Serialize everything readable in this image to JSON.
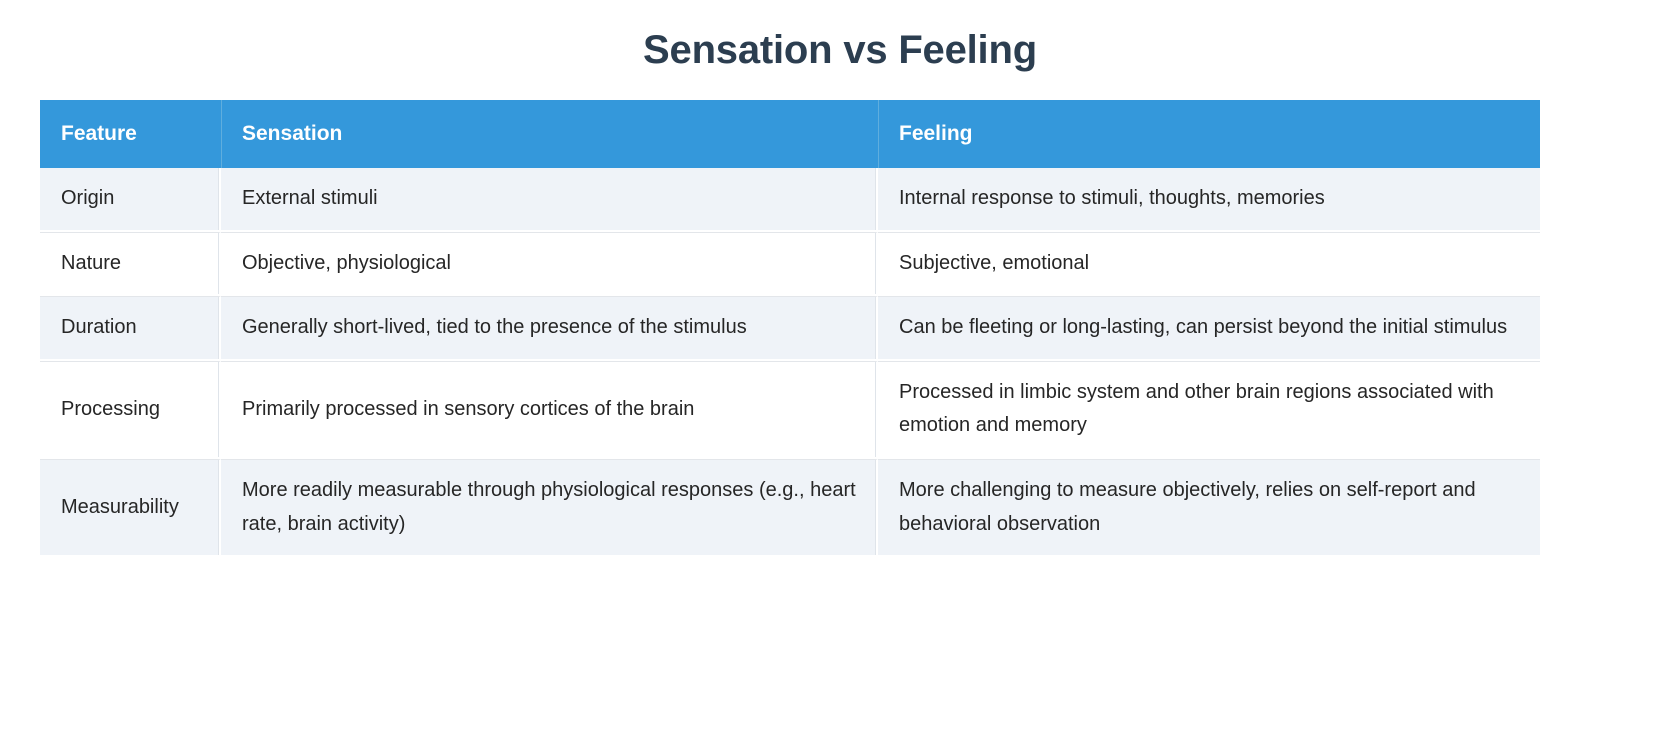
{
  "title": "Sensation vs Feeling",
  "colors": {
    "header_background": "#3498db",
    "header_text": "#ffffff",
    "title_text": "#2c3e50",
    "row_odd_background": "#eff3f8",
    "row_even_background": "#ffffff",
    "body_text": "#262626",
    "grid_line": "#dfe4ea"
  },
  "table": {
    "headers": [
      "Feature",
      "Sensation",
      "Feeling"
    ],
    "rows": [
      {
        "feature": "Origin",
        "sensation": "External stimuli",
        "feeling": "Internal response to stimuli, thoughts, memories"
      },
      {
        "feature": "Nature",
        "sensation": "Objective, physiological",
        "feeling": "Subjective, emotional"
      },
      {
        "feature": "Duration",
        "sensation": "Generally short-lived, tied to the presence of the stimulus",
        "feeling": "Can be fleeting or long-lasting, can persist beyond the initial stimulus"
      },
      {
        "feature": "Processing",
        "sensation": "Primarily processed in sensory cortices of the brain",
        "feeling": "Processed in limbic system and other brain regions associated with emotion and memory"
      },
      {
        "feature": "Measurability",
        "sensation": "More readily measurable through physiological responses (e.g., heart rate, brain activity)",
        "feeling": "More challenging to measure objectively, relies on self-report and behavioral observation"
      }
    ]
  }
}
